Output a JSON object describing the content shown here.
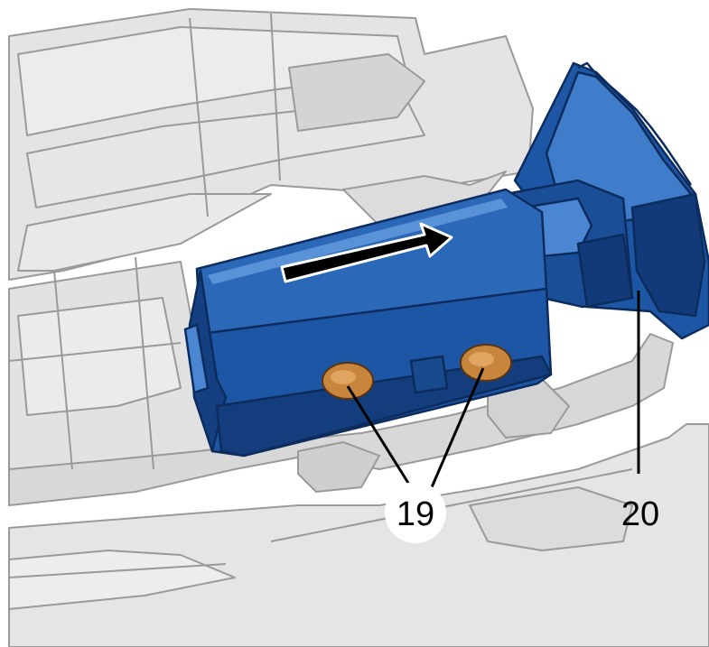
{
  "figure": {
    "callouts": [
      {
        "id": "19",
        "label": "19"
      },
      {
        "id": "20",
        "label": "20"
      }
    ],
    "colors": {
      "component": "#1d56a4",
      "component_dark": "#123a78",
      "component_light": "#3f7cc9",
      "fastener": "#c8863d",
      "background_part": "#d9d9d9",
      "background_line": "#9a9a9a",
      "arrow": "#000000"
    },
    "icons": {
      "direction_arrow": "arrow-right-icon",
      "fasteners": "fastener-icon"
    }
  }
}
